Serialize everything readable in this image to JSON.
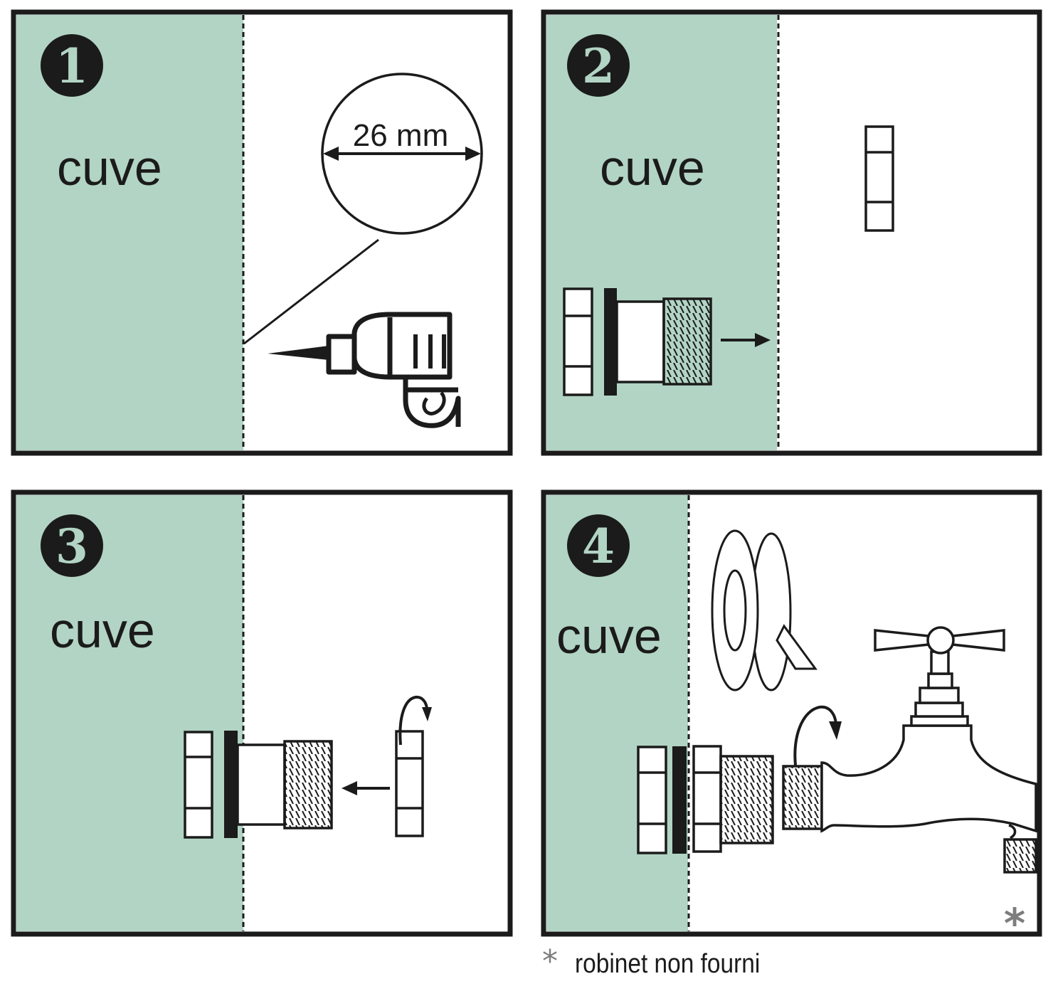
{
  "colors": {
    "tank": "#b2d4c4",
    "ink": "#1b1b1b",
    "paper": "#ffffff",
    "asterisk": "#7d7d7d"
  },
  "panels": [
    {
      "number": "1",
      "tank_label": "cuve",
      "dimension_label": "26 mm"
    },
    {
      "number": "2",
      "tank_label": "cuve"
    },
    {
      "number": "3",
      "tank_label": "cuve"
    },
    {
      "number": "4",
      "tank_label": "cuve",
      "asterisk": "*"
    }
  ],
  "footnote": {
    "star": "*",
    "text": "robinet non fourni"
  }
}
